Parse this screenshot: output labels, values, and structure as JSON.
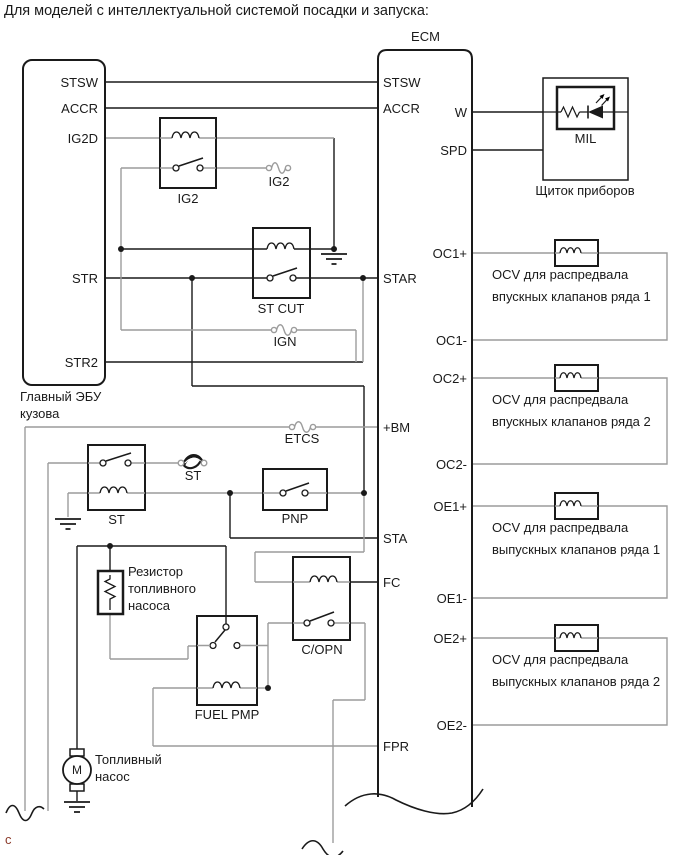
{
  "title": "Для моделей с интеллектуальной системой посадки и запуска:",
  "page_marker": "c",
  "ecm": {
    "label": "ECM",
    "left_pins": [
      "STSW",
      "ACCR",
      "STAR",
      "+BM",
      "STA",
      "FC",
      "FPR"
    ],
    "right_pins": [
      "W",
      "SPD",
      "OC1+",
      "OC1-",
      "OC2+",
      "OC2-",
      "OE1+",
      "OE1-",
      "OE2+",
      "OE2-"
    ]
  },
  "body_ecu": {
    "pins": [
      "STSW",
      "ACCR",
      "IG2D",
      "STR",
      "STR2"
    ],
    "label_line1": "Главный ЭБУ",
    "label_line2": "кузова"
  },
  "instrument_panel": {
    "label": "Щиток приборов",
    "mil_label": "MIL"
  },
  "relays": {
    "ig2": "IG2",
    "st_cut": "ST CUT",
    "st": "ST",
    "pnp": "PNP",
    "c_opn": "C/OPN",
    "fuel_pmp": "FUEL PMP"
  },
  "fuses": {
    "ig2": "IG2",
    "ign": "IGN",
    "etcs": "ETCS",
    "st_fusible_link": "ST"
  },
  "fuel_pump_resistor": {
    "line1": "Резистор",
    "line2": "топливного",
    "line3": "насоса"
  },
  "fuel_pump": {
    "line1": "Топливный",
    "line2": "насос",
    "motor_label": "M"
  },
  "ocv": [
    {
      "line1": "OCV для распредвала",
      "line2": "впускных клапанов ряда 1"
    },
    {
      "line1": "OCV для распредвала",
      "line2": "впускных клапанов ряда 2"
    },
    {
      "line1": "OCV для распредвала",
      "line2": "выпускных клапанов ряда 1"
    },
    {
      "line1": "OCV для распредвала",
      "line2": "выпускных клапанов ряда 2"
    }
  ],
  "colors": {
    "wire_black": "#1a1a1a",
    "wire_gray": "#9c9c9c",
    "page_marker_color": "#8b3a2a"
  }
}
